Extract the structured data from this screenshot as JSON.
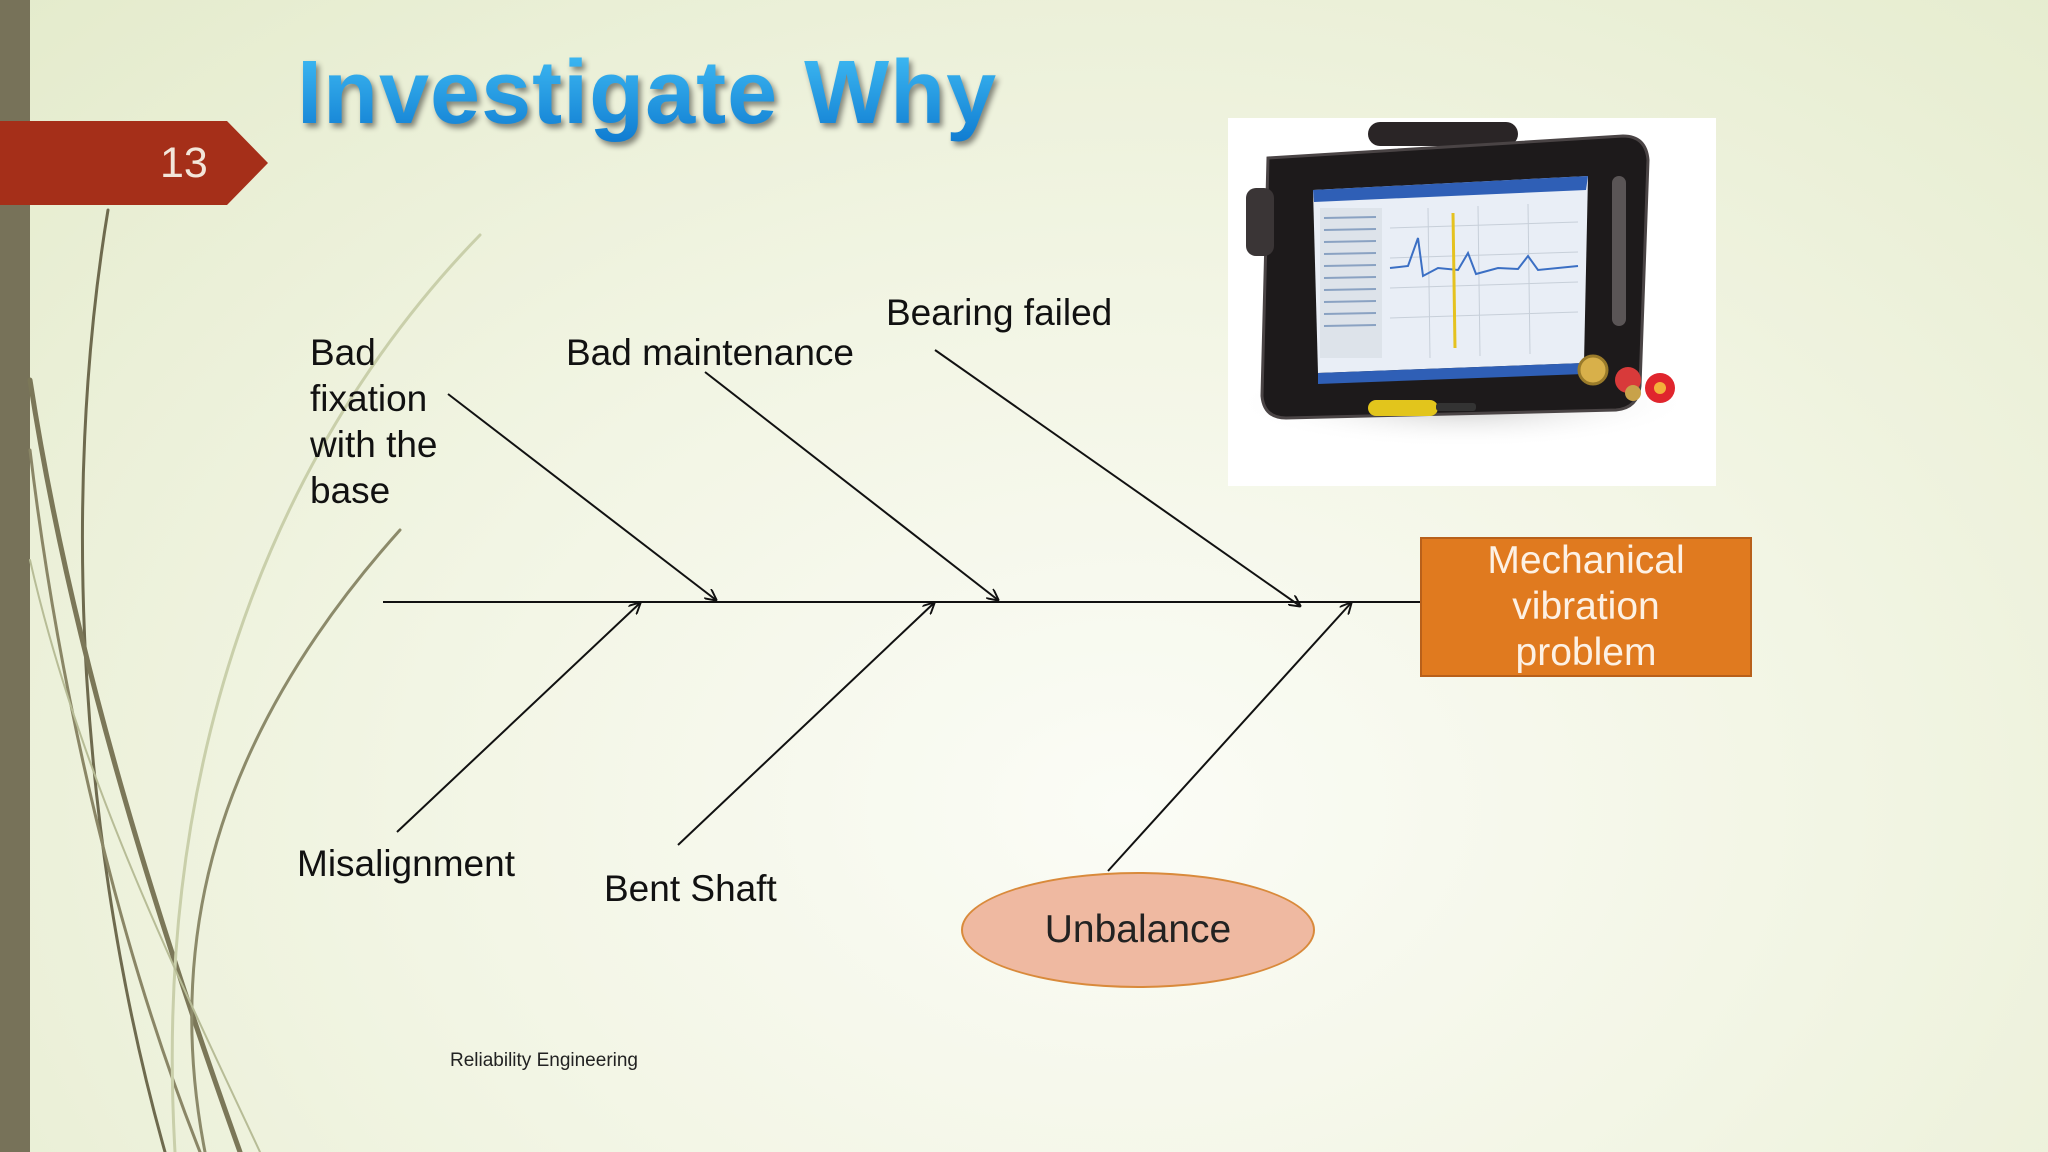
{
  "slide": {
    "number": "13",
    "title": "Investigate Why",
    "footer": "Reliability Engineering"
  },
  "diagram": {
    "effect": "Mechanical vibration problem",
    "causes_top": [
      "Bad fixation with the base",
      "Bad maintenance",
      "Bearing failed"
    ],
    "causes_bottom": [
      "Misalignment",
      "Bent Shaft",
      "Unbalance"
    ]
  },
  "image": {
    "subject": "rugged tablet vibration analyzer with accessories"
  },
  "colors": {
    "effect_box": "#e07a1f",
    "unbalance_ellipse": "#efb9a1",
    "slide_number_tab": "#a52f19",
    "title": "#1e9be0"
  }
}
